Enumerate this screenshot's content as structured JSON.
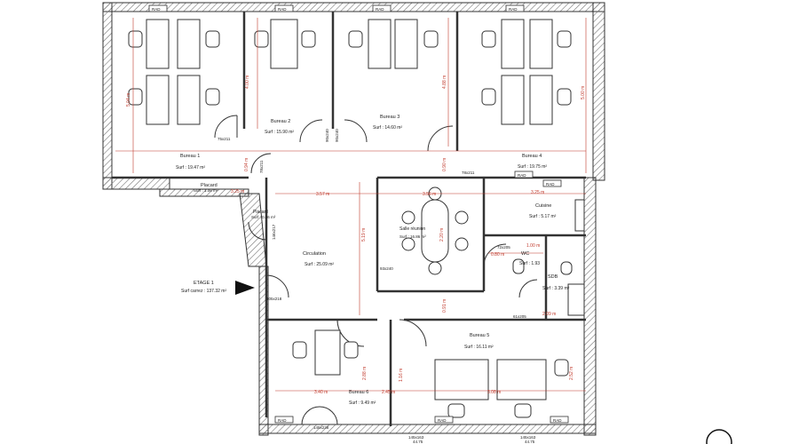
{
  "rooms": {
    "bureau1": {
      "name": "Bureau 1",
      "surf": "Surf : 19.47 m²"
    },
    "bureau2": {
      "name": "Bureau 2",
      "surf": "Surf : 15.90 m²"
    },
    "bureau3": {
      "name": "Bureau 3",
      "surf": "Surf : 14.60 m²"
    },
    "bureau4": {
      "name": "Bureau 4",
      "surf": "Surf : 19.75 m²"
    },
    "placard1": {
      "name": "Placard",
      "surf": "Surf : 1.06 m²"
    },
    "placard2": {
      "name": "Placard",
      "surf": "Surf : 0.66 m²"
    },
    "circulation": {
      "name": "Circulation",
      "surf": "Surf : 25.09 m²"
    },
    "reunion": {
      "name": "Salle réunion",
      "surf": "Surf : 16.86 m²"
    },
    "cuisine": {
      "name": "Cuisine",
      "surf": "Surf : 5.17 m²"
    },
    "wc": {
      "name": "WC",
      "surf": "Surf : 1.93"
    },
    "sdb": {
      "name": "SDB",
      "surf": "Surf : 3.39 m²"
    },
    "bureau5": {
      "name": "Bureau 5",
      "surf": "Surf : 16.11 m²"
    },
    "bureau6": {
      "name": "Bureau 6",
      "surf": "Surf : 9.49 m²"
    }
  },
  "etage": {
    "title": "ETAGE 1",
    "surf": "Surf carrez : 137.32 m²"
  },
  "dims": {
    "d_504": "5.04 m",
    "d_400": "4.00 m",
    "d_488": "4.88 m",
    "d_500": "5.00 m",
    "d_094": "0.94 m",
    "d_090": "0.90 m",
    "d_325": "3.25 m",
    "d_357": "3.57 m",
    "d_356": "3.56 m",
    "d_325b": "3.25 m",
    "d_519": "5.19 m",
    "d_220": "2.20 m",
    "d_100": "1.00 m",
    "d_080": "0.80 m",
    "d_209": "2.09 m",
    "d_091": "0.91 m",
    "d_288": "2.88 m",
    "d_340": "3.40 m",
    "d_245": "2.45 m",
    "d_308": "3.08 m",
    "d_252": "2.52 m",
    "d_116": "1.16 m"
  },
  "doors": {
    "d1": "75x211",
    "d2": "78x211",
    "d3": "90x240",
    "d4": "90x240",
    "d5": "78x211",
    "d6": "93x240",
    "d7": "72x205",
    "d8": "105x218",
    "d9": "61x205",
    "d10": "145x238",
    "d11": "146x217"
  },
  "rad": {
    "label": "RAD"
  },
  "windows": {
    "w1": "145x163",
    "w2": "145x163",
    "w3": "44.75",
    "w4": "44.75"
  },
  "colors": {
    "wall": "#333333",
    "hatch": "#888888",
    "dimension": "#c0392b",
    "background": "#ffffff"
  }
}
